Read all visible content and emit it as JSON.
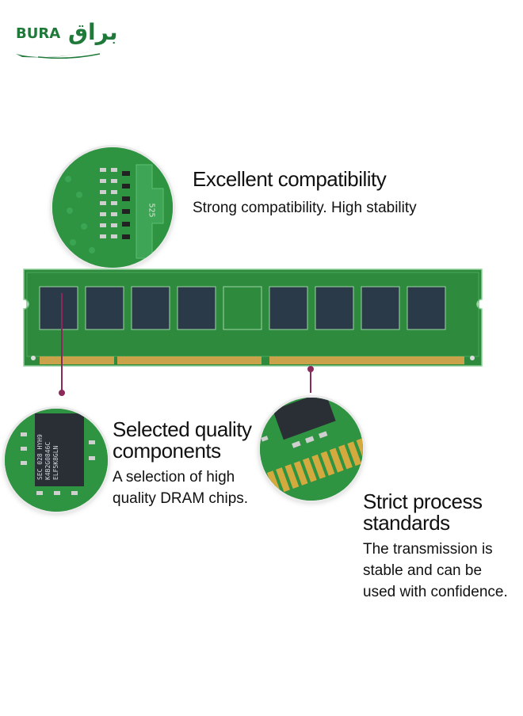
{
  "logo": {
    "latin": "BURA",
    "arabic": "براق"
  },
  "features": [
    {
      "title": "Excellent compatibility",
      "desc": "Strong compatibility. High stability"
    },
    {
      "title_line1": "Selected quality",
      "title_line2": "components",
      "desc_line1": "A selection of high",
      "desc_line2": "quality DRAM chips."
    },
    {
      "title_line1": "Strict process",
      "title_line2": "standards",
      "desc_line1": "The transmission is",
      "desc_line2": "stable and can be",
      "desc_line3": "used with confidence."
    }
  ],
  "chip_labels": {
    "top_circle_mark": "525",
    "chip_a": "SEC 028 HYH9",
    "chip_b": "K4B2G0846C",
    "chip_c": "ELF5K8GLN"
  },
  "colors": {
    "pcb": "#2e8b3e",
    "pcb_dark": "#1f6b2e",
    "chip": "#2a3a48",
    "gold": "#c9a24a",
    "pointer": "#8a2a5a",
    "brand": "#1f7a3a"
  }
}
